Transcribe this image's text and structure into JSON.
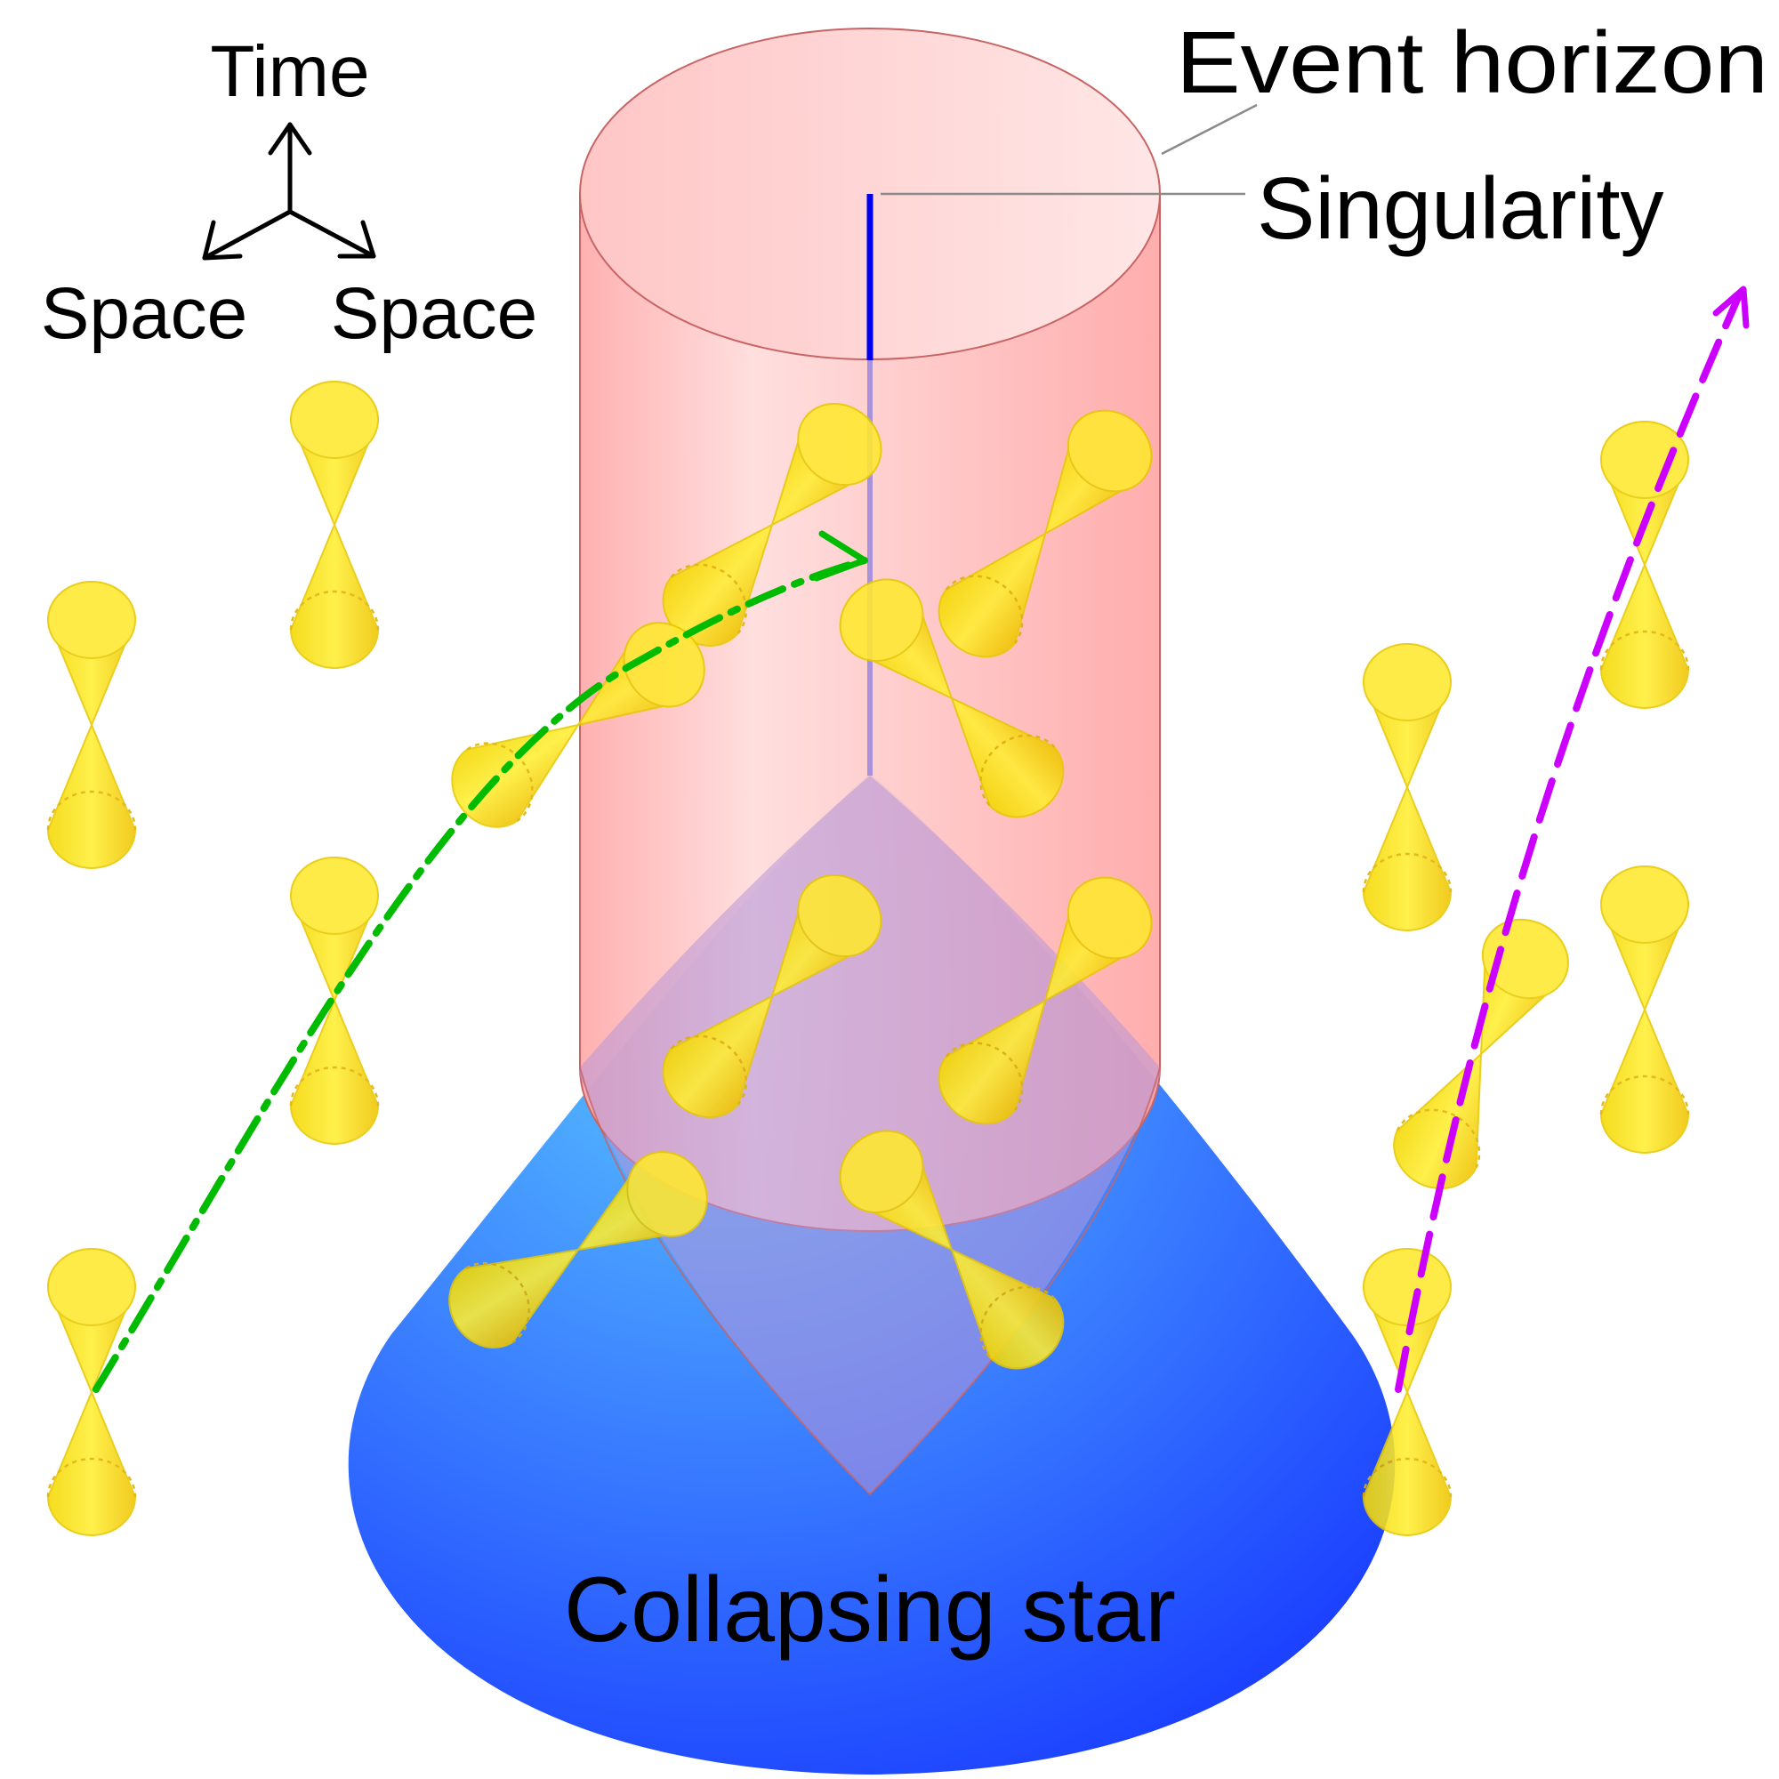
{
  "labels": {
    "time": "Time",
    "space_left": "Space",
    "space_right": "Space",
    "event_horizon": "Event horizon",
    "singularity": "Singularity",
    "collapsing_star": "Collapsing star"
  },
  "colors": {
    "horizon_fill": "#ffb0b0",
    "horizon_stroke": "#c86464",
    "singularity": "#0000ee",
    "star_light": "#5ac8ff",
    "star_dark": "#1432ff",
    "light_cone": "#ffee33",
    "light_cone_stroke": "#e8c800",
    "infalling_path": "#00bb00",
    "escaping_path": "#cc00ff"
  }
}
